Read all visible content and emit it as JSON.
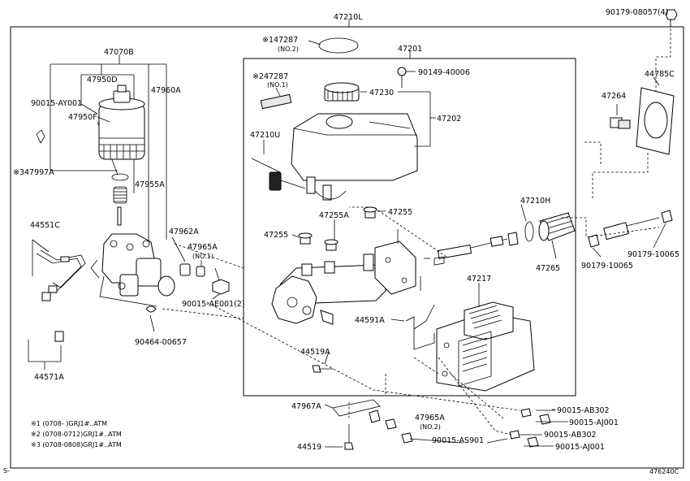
{
  "diagram": {
    "parts": [
      {
        "id": "p47210L",
        "label": "47210L"
      },
      {
        "id": "p90179_08057",
        "label": "90179-08057(4)"
      },
      {
        "id": "p147287",
        "label": "※147287"
      },
      {
        "id": "p147287n",
        "label": "(NO.2)"
      },
      {
        "id": "p47201",
        "label": "47201"
      },
      {
        "id": "p47070B",
        "label": "47070B"
      },
      {
        "id": "p90149",
        "label": "90149-40006"
      },
      {
        "id": "p247287",
        "label": "※247287"
      },
      {
        "id": "p247287n",
        "label": "(NO.1)"
      },
      {
        "id": "p47950D",
        "label": "47950D"
      },
      {
        "id": "p47960A",
        "label": "47960A"
      },
      {
        "id": "p47230",
        "label": "47230"
      },
      {
        "id": "p44785C",
        "label": "44785C"
      },
      {
        "id": "p90015_AY001",
        "label": "90015-AY001"
      },
      {
        "id": "p47264",
        "label": "47264"
      },
      {
        "id": "p47950F",
        "label": "47950F"
      },
      {
        "id": "p47202",
        "label": "47202"
      },
      {
        "id": "p47210U",
        "label": "47210U"
      },
      {
        "id": "p347997A",
        "label": "※347997A"
      },
      {
        "id": "p47955A",
        "label": "47955A"
      },
      {
        "id": "p47210H",
        "label": "47210H"
      },
      {
        "id": "p47255a",
        "label": "47255A"
      },
      {
        "id": "p47255b",
        "label": "47255"
      },
      {
        "id": "p44551C",
        "label": "44551C"
      },
      {
        "id": "p47962A",
        "label": "47962A"
      },
      {
        "id": "p47255c",
        "label": "47255"
      },
      {
        "id": "p47965A1",
        "label": "47965A"
      },
      {
        "id": "p47965A1n",
        "label": "(NO.1)"
      },
      {
        "id": "p47265",
        "label": "47265"
      },
      {
        "id": "p90179_10065a",
        "label": "90179-10065"
      },
      {
        "id": "p90179_10065b",
        "label": "90179-10065"
      },
      {
        "id": "p47217",
        "label": "47217"
      },
      {
        "id": "p90015_AE001",
        "label": "90015-AE001(2)"
      },
      {
        "id": "p90464",
        "label": "90464-00657"
      },
      {
        "id": "p44591A",
        "label": "44591A"
      },
      {
        "id": "p44519A",
        "label": "44519A"
      },
      {
        "id": "p44571A",
        "label": "44571A"
      },
      {
        "id": "p90015_AB302a",
        "label": "90015-AB302"
      },
      {
        "id": "p90015_AJ001a",
        "label": "90015-AJ001"
      },
      {
        "id": "p47967A",
        "label": "47967A"
      },
      {
        "id": "p47965A2",
        "label": "47965A"
      },
      {
        "id": "p47965A2n",
        "label": "(NO.2)"
      },
      {
        "id": "p90015_AS901",
        "label": "90015-AS901"
      },
      {
        "id": "p90015_AB302b",
        "label": "90015-AB302"
      },
      {
        "id": "p90015_AJ001b",
        "label": "90015-AJ001"
      },
      {
        "id": "p44519",
        "label": "44519"
      }
    ],
    "notes": [
      "※1 (0708-     )GRJ1#..ATM",
      "※2 (0708-0712)GRJ1#..ATM",
      "※3 (0708-0808)GRJ1#..ATM"
    ],
    "footer_left": "S-",
    "footer_right": "476240C"
  }
}
